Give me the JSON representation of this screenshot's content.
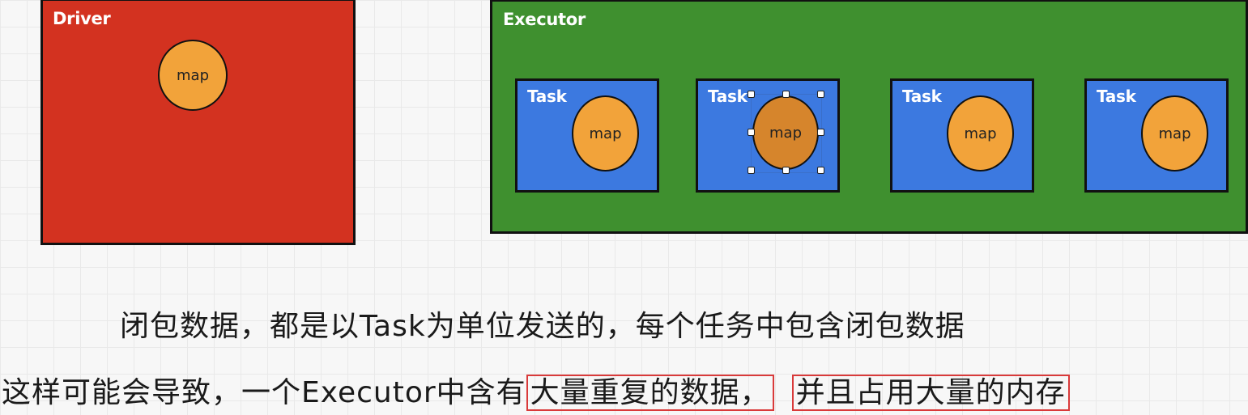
{
  "driver": {
    "label": "Driver",
    "map_label": "map"
  },
  "executor": {
    "label": "Executor",
    "tasks": [
      {
        "label": "Task",
        "map_label": "map"
      },
      {
        "label": "Task",
        "map_label": "map",
        "selected": true
      },
      {
        "label": "Task",
        "map_label": "map"
      },
      {
        "label": "Task",
        "map_label": "map"
      }
    ]
  },
  "caption": {
    "line1": "闭包数据，都是以Task为单位发送的，每个任务中包含闭包数据",
    "line2_prefix": "这样可能会导致，一个Executor中含有",
    "line2_highlight1": "大量重复的数据，",
    "line2_highlight2": "并且占用大量的内存"
  },
  "colors": {
    "driver": "#d33220",
    "executor": "#3f902f",
    "task": "#3c79e0",
    "map": "#f2a33a",
    "highlight_border": "#d93a3a"
  }
}
